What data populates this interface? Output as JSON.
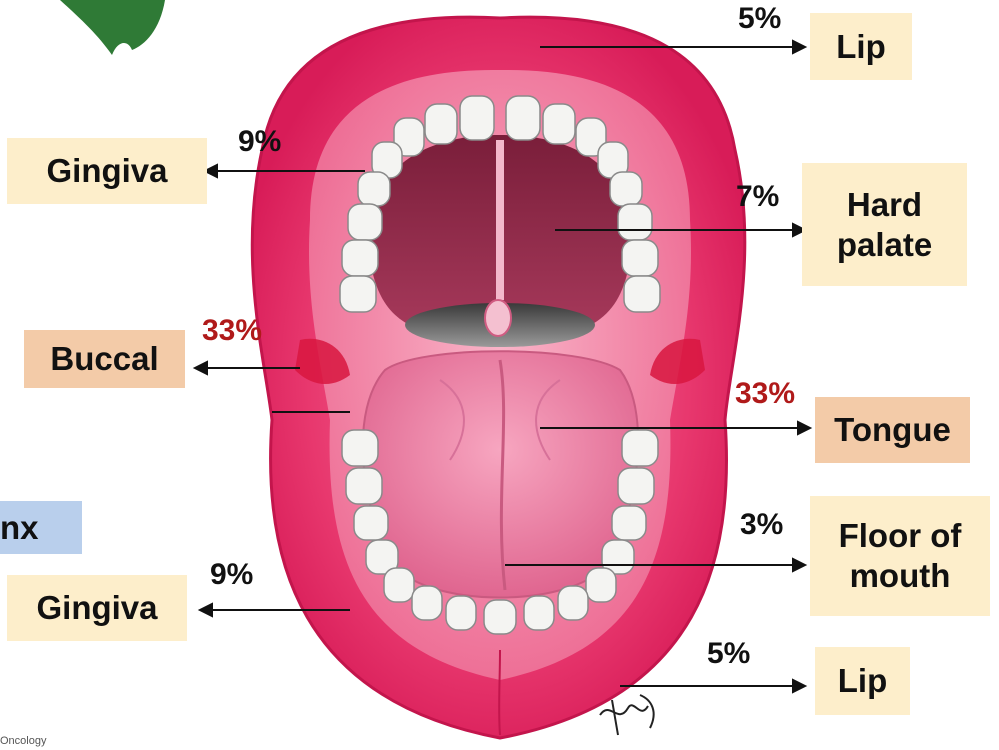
{
  "colors": {
    "label_box": "#fdeecb",
    "label_box_highlight": "#f3cba8",
    "label_box_blue": "#b9cfec",
    "percent_default": "#111111",
    "percent_highlight": "#b01a1a",
    "arrow": "#111111"
  },
  "labels": {
    "lip_top": "Lip",
    "gingiva_upper": "Gingiva",
    "hard_palate": "Hard palate",
    "buccal": "Buccal",
    "tongue": "Tongue",
    "pharynx_partial": "nx",
    "floor_of_mouth": "Floor of mouth",
    "gingiva_lower": "Gingiva",
    "lip_bottom": "Lip"
  },
  "percents": {
    "lip_top": "5%",
    "gingiva_upper": "9%",
    "hard_palate": "7%",
    "buccal": "33%",
    "tongue": "33%",
    "floor_of_mouth": "3%",
    "gingiva_lower": "9%",
    "lip_bottom": "5%"
  },
  "credit": "Oncology",
  "icons": [
    "mouth-illustration",
    "green-leaf-icon",
    "artist-signature"
  ]
}
